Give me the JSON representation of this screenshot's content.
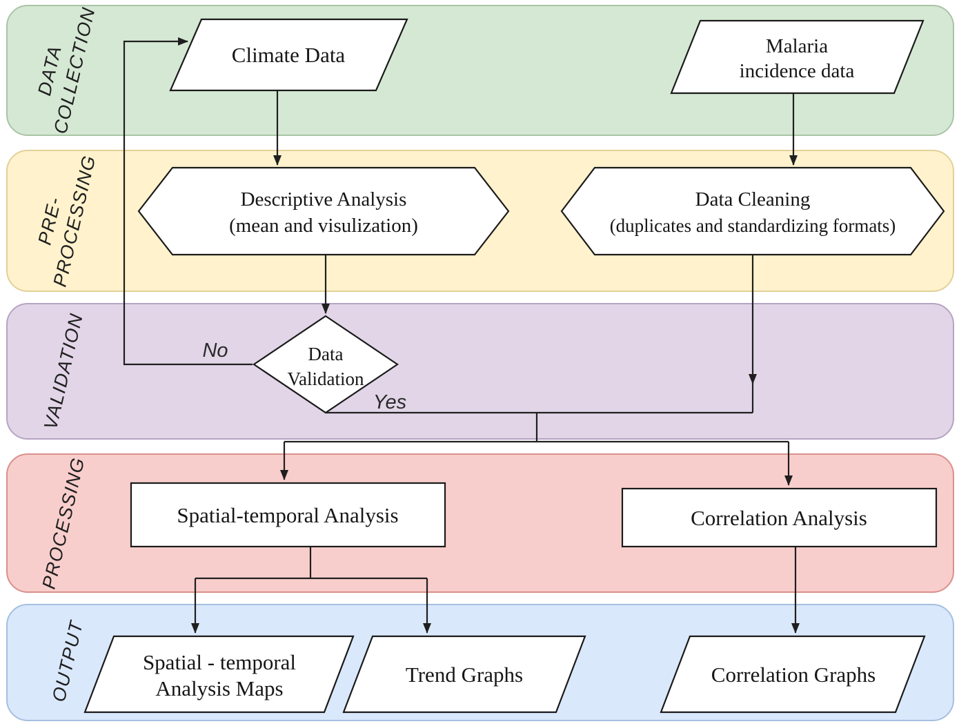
{
  "diagram": {
    "bands": [
      {
        "id": "data-collection",
        "label_lines": [
          "DATA",
          "COLLECTION"
        ],
        "fill": "#d5e8d4",
        "border": "#a9c4a6"
      },
      {
        "id": "pre-processing",
        "label_lines": [
          "PRE-",
          "PROCESSING"
        ],
        "fill": "#fff2cc",
        "border": "#e2d098"
      },
      {
        "id": "validation",
        "label_lines": [
          "VALIDATION"
        ],
        "fill": "#e1d5e7",
        "border": "#b5a4c2"
      },
      {
        "id": "processing",
        "label_lines": [
          "PROCESSING"
        ],
        "fill": "#f8cecc",
        "border": "#d9908c"
      },
      {
        "id": "output",
        "label_lines": [
          "OUTPUT"
        ],
        "fill": "#dae8fc",
        "border": "#a4bfe0"
      }
    ],
    "nodes": {
      "climate": {
        "shape": "parallelogram",
        "lines": [
          "Climate Data"
        ]
      },
      "malaria": {
        "shape": "parallelogram",
        "lines": [
          "Malaria",
          "incidence data"
        ]
      },
      "descriptive": {
        "shape": "hexagon",
        "lines": [
          "Descriptive Analysis",
          "(mean and visulization)"
        ]
      },
      "cleaning": {
        "shape": "hexagon",
        "lines": [
          "Data Cleaning",
          "(duplicates and standardizing formats)"
        ]
      },
      "validation": {
        "shape": "diamond",
        "lines": [
          "Data",
          "Validation"
        ]
      },
      "spatial": {
        "shape": "rectangle",
        "lines": [
          "Spatial-temporal Analysis"
        ]
      },
      "correlation": {
        "shape": "rectangle",
        "lines": [
          "Correlation Analysis"
        ]
      },
      "maps": {
        "shape": "parallelogram",
        "lines": [
          "Spatial - temporal",
          "Analysis Maps"
        ]
      },
      "trend": {
        "shape": "parallelogram",
        "lines": [
          "Trend Graphs"
        ]
      },
      "correlation_graphs": {
        "shape": "parallelogram",
        "lines": [
          "Correlation Graphs"
        ]
      }
    },
    "edge_labels": {
      "no": "No",
      "yes": "Yes"
    },
    "node_style": {
      "fill": "#ffffff",
      "border": "#1a1a1a"
    },
    "edge_color": "#1f1f1f"
  }
}
